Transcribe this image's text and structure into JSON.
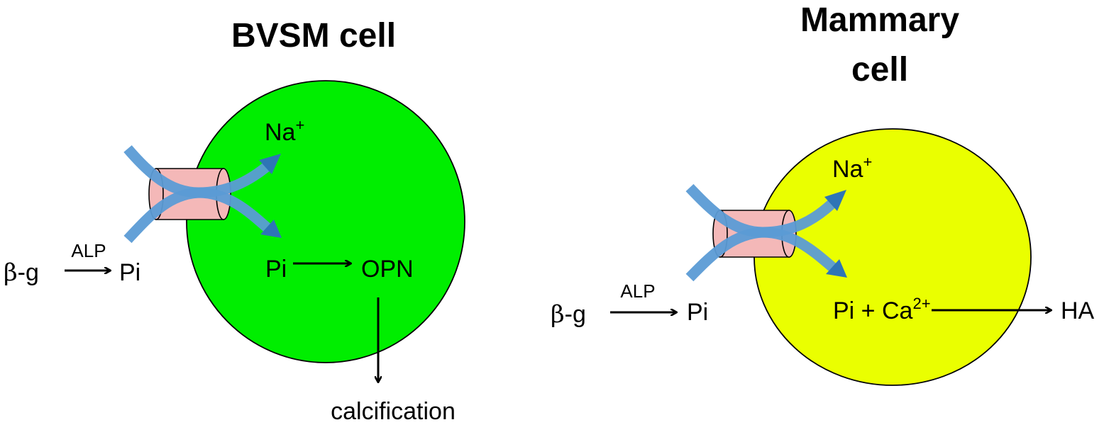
{
  "colors": {
    "bvsm_cell_fill": "#00ee00",
    "mammary_cell_fill": "#eaff00",
    "channel_fill": "#f4b8b8",
    "transport_arrow": "#5b9bd5",
    "reaction_arrow": "#000000"
  },
  "bvsm": {
    "title": "BVSM cell",
    "na_label": "Na",
    "na_charge": "+",
    "pi_inside": "Pi",
    "opn": "OPN",
    "outcome": "calcification",
    "substrate_symbol": "β",
    "substrate_suffix": "-g",
    "enzyme": "ALP",
    "pi_outside": "Pi"
  },
  "mammary": {
    "title_line1": "Mammary",
    "title_line2": "cell",
    "na_label": "Na",
    "na_charge": "+",
    "pi_ca_prefix": "Pi + Ca",
    "ca_charge": "2+",
    "product": "HA",
    "substrate_symbol": "β",
    "substrate_suffix": "-g",
    "enzyme": "ALP",
    "pi_outside": "Pi"
  }
}
